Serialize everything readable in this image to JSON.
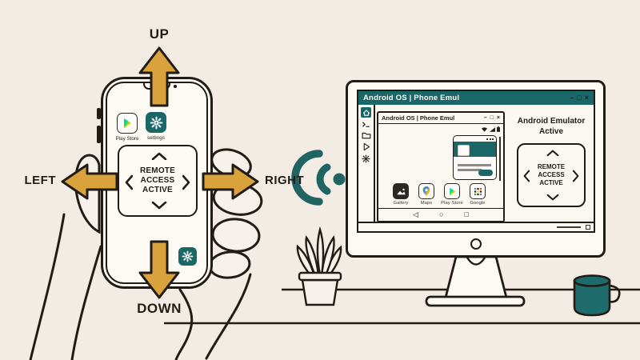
{
  "palette": {
    "background": "#f2ece4",
    "ink": "#211c16",
    "teal": "#1a6767",
    "gold": "#d9a23c",
    "mug_teal": "#1e6b6b",
    "google_blue": "#4285f4",
    "google_red": "#ea4335",
    "google_yellow": "#fbbc04",
    "google_green": "#34a853"
  },
  "direction_labels": {
    "up": "UP",
    "down": "DOWN",
    "left": "LEFT",
    "right": "RIGHT"
  },
  "phone": {
    "apps": [
      {
        "label": "Play Store"
      },
      {
        "label": "settings"
      }
    ],
    "remote_panel_text": "REMOTE\nACCESS\nACTIVE"
  },
  "monitor": {
    "outer_window": {
      "title": "Android OS | Phone Emul",
      "minimize": "–",
      "maximize": "□",
      "close": "×"
    },
    "inner_window": {
      "title": "Android OS | Phone Emul",
      "minimize": "–",
      "maximize": "□",
      "close": "×",
      "apps": [
        {
          "label": "Gallery"
        },
        {
          "label": "Maps"
        },
        {
          "label": "Play Store"
        },
        {
          "label": "Google"
        }
      ],
      "nav": {
        "back": "◁",
        "home": "○",
        "recents": "□"
      }
    },
    "status_heading": "Android Emulator\nActive",
    "remote_panel_text": "REMOTE\nACCESS\nACTIVE"
  },
  "icons": {
    "wireless": "wifi-signal",
    "sidebar": [
      "home",
      "terminal",
      "folder",
      "run",
      "gear"
    ],
    "statusbar": [
      "wifi",
      "cellular-signal",
      "battery"
    ]
  }
}
